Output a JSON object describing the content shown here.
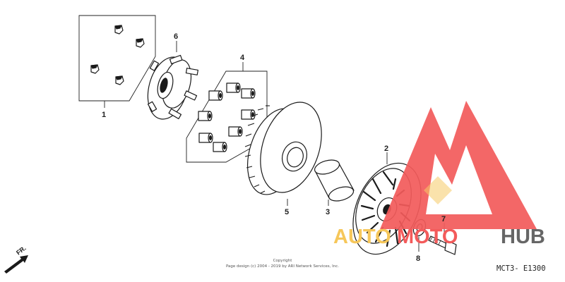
{
  "callouts": {
    "p1": "1",
    "p2": "2",
    "p3": "3",
    "p4": "4",
    "p5": "5",
    "p6": "6",
    "p7": "7",
    "p8": "8"
  },
  "footer": {
    "copyright_line1": "Copyright",
    "copyright_line2": "Page design (c) 2004 - 2019 by ARI Network Services, Inc.",
    "diagram_code": "MCT3- E1300",
    "direction_label": "FR."
  },
  "watermark": {
    "part1": "AUTO",
    "part2": "MOTO",
    "part3": "HUB"
  },
  "colors": {
    "watermark_red": "#f35b5b",
    "watermark_yellow": "#f6c75a",
    "watermark_gray": "#666666",
    "line": "#1a1a1a"
  }
}
